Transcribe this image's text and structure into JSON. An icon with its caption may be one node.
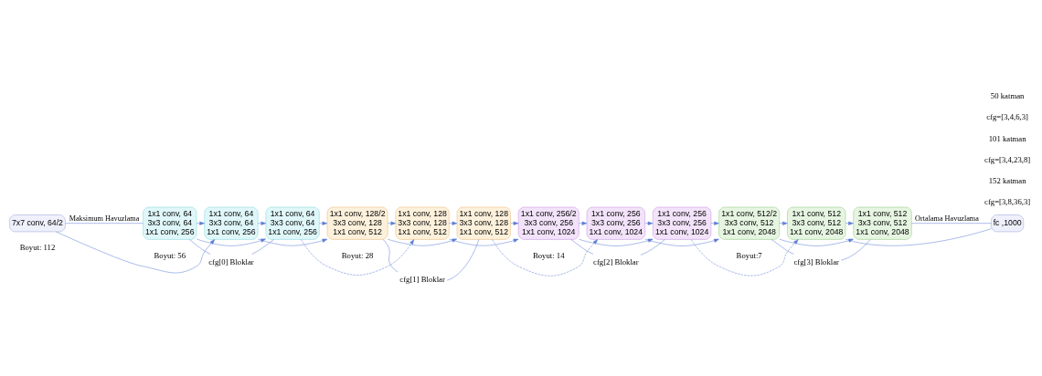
{
  "diagram": {
    "nodes": [
      {
        "text": [
          "7x7 conv, 64/2"
        ]
      },
      {
        "text": [
          "1x1 conv, 64",
          "3x3 conv, 64",
          "1x1 conv, 256"
        ]
      },
      {
        "text": [
          "1x1 conv, 64",
          "3x3 conv, 64",
          "1x1 conv, 256"
        ]
      },
      {
        "text": [
          "1x1 conv, 64",
          "3x3 conv, 64",
          "1x1 conv, 256"
        ]
      },
      {
        "text": [
          "1x1 conv, 128/2",
          "3x3 conv, 128",
          "1x1 conv, 512"
        ]
      },
      {
        "text": [
          "1x1 conv, 128",
          "3x3 conv, 128",
          "1x1 conv, 512"
        ]
      },
      {
        "text": [
          "1x1 conv, 128",
          "3x3 conv, 128",
          "1x1 conv, 512"
        ]
      },
      {
        "text": [
          "1x1 conv, 256/2",
          "3x3 conv, 256",
          "1x1 conv, 1024"
        ]
      },
      {
        "text": [
          "1x1 conv, 256",
          "3x3 conv, 256",
          "1x1 conv, 1024"
        ]
      },
      {
        "text": [
          "1x1 conv, 256",
          "3x3 conv, 256",
          "1x1 conv, 1024"
        ]
      },
      {
        "text": [
          "1x1 conv, 512/2",
          "3x3 conv, 512",
          "1x1 conv, 2048"
        ]
      },
      {
        "text": [
          "1x1 conv, 512",
          "3x3 conv, 512",
          "1x1 conv, 2048"
        ]
      },
      {
        "text": [
          "1x1 conv, 512",
          "3x3 conv, 512",
          "1x1 conv, 2048"
        ]
      },
      {
        "text": [
          "fc ,1000"
        ]
      },
      {
        "text": [
          "cfg[0] Bloklar"
        ]
      },
      {
        "text": [
          "cfg[1] Bloklar"
        ]
      },
      {
        "text": [
          "cfg[2] Bloklar"
        ]
      },
      {
        "text": [
          "cfg[3] Bloklar"
        ]
      }
    ],
    "edges": [
      {
        "from": 0,
        "to": 1,
        "arrow": "none",
        "label": "Maksimum Havuzlama"
      },
      {
        "from": 1,
        "to": 2,
        "arrow": "to"
      },
      {
        "from": 2,
        "to": 3,
        "arrow": "to"
      },
      {
        "from": 3,
        "to": 4,
        "arrow": "to"
      },
      {
        "from": 4,
        "to": 5,
        "arrow": "to"
      },
      {
        "from": 5,
        "to": 6,
        "arrow": "to"
      },
      {
        "from": 6,
        "to": 7,
        "arrow": "to"
      },
      {
        "from": 7,
        "to": 8,
        "arrow": "to"
      },
      {
        "from": 8,
        "to": 9,
        "arrow": "to"
      },
      {
        "from": 9,
        "to": 10,
        "arrow": "to"
      },
      {
        "from": 10,
        "to": 11,
        "arrow": "to"
      },
      {
        "from": 11,
        "to": 12,
        "arrow": "to"
      },
      {
        "from": 12,
        "to": 13,
        "arrow": "none",
        "label": "Ortalama Havuzlama"
      },
      {
        "from": 0,
        "to": 2,
        "arrow": "to"
      },
      {
        "from": 1,
        "to": 3,
        "arrow": "to"
      },
      {
        "from": 2,
        "to": 4,
        "arrow": "to"
      },
      {
        "from": 3,
        "to": 5,
        "arrow": "to",
        "style": "dashed"
      },
      {
        "from": 4,
        "to": 6,
        "arrow": "to"
      },
      {
        "from": 5,
        "to": 7,
        "arrow": "to"
      },
      {
        "from": 6,
        "to": 8,
        "arrow": "to",
        "style": "dashed"
      },
      {
        "from": 7,
        "to": 9,
        "arrow": "to"
      },
      {
        "from": 8,
        "to": 10,
        "arrow": "to"
      },
      {
        "from": 9,
        "to": 11,
        "arrow": "to",
        "style": "dashed"
      },
      {
        "from": 10,
        "to": 12,
        "arrow": "to"
      },
      {
        "from": 11,
        "to": 13,
        "arrow": "none"
      },
      {
        "from": 1,
        "to": 14,
        "arrow": "none"
      },
      {
        "from": 3,
        "to": 14,
        "arrow": "none"
      },
      {
        "from": 4,
        "to": 15,
        "arrow": "none"
      },
      {
        "from": 6,
        "to": 15,
        "arrow": "none"
      },
      {
        "from": 7,
        "to": 16,
        "arrow": "none"
      },
      {
        "from": 9,
        "to": 16,
        "arrow": "none"
      },
      {
        "from": 10,
        "to": 17,
        "arrow": "none"
      },
      {
        "from": 12,
        "to": 17,
        "arrow": "none"
      }
    ],
    "labels": [
      "50 katman",
      "cfg=[3,4,6,3]",
      "101 katman",
      "cfg=[3,4,23,8]",
      "152 katman",
      "cfg=[3,8,36,3]",
      "Boyut: 112",
      "Boyut: 56",
      "Boyut: 28",
      "Boyut: 14",
      "Boyut:7"
    ]
  }
}
